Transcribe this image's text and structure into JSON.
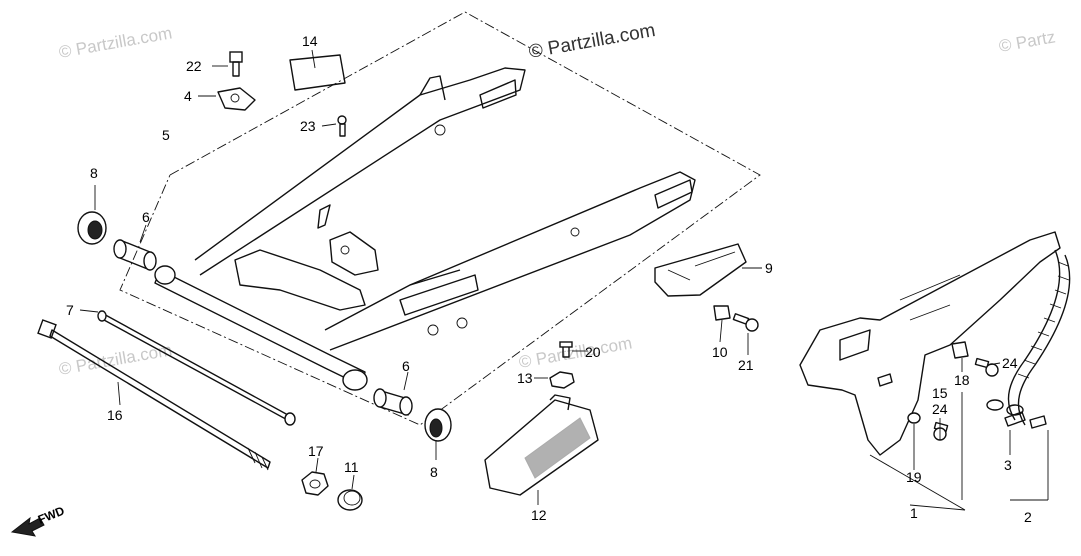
{
  "watermarks": {
    "main": "© Partzilla.com",
    "faint": "© Partzilla.com",
    "faint_right": "© Partz"
  },
  "callouts": {
    "p1": "1",
    "p2": "2",
    "p3": "3",
    "p4": "4",
    "p5": "5",
    "p6a": "6",
    "p6b": "6",
    "p7": "7",
    "p8a": "8",
    "p8b": "8",
    "p9": "9",
    "p10": "10",
    "p11": "11",
    "p12": "12",
    "p13": "13",
    "p14": "14",
    "p15": "15",
    "p16": "16",
    "p17": "17",
    "p18": "18",
    "p19": "19",
    "p20": "20",
    "p21": "21",
    "p22": "22",
    "p23": "23",
    "p24a": "24",
    "p24b": "24"
  },
  "direction": {
    "label": "FWD",
    "icon": "arrow-left-down-icon"
  }
}
